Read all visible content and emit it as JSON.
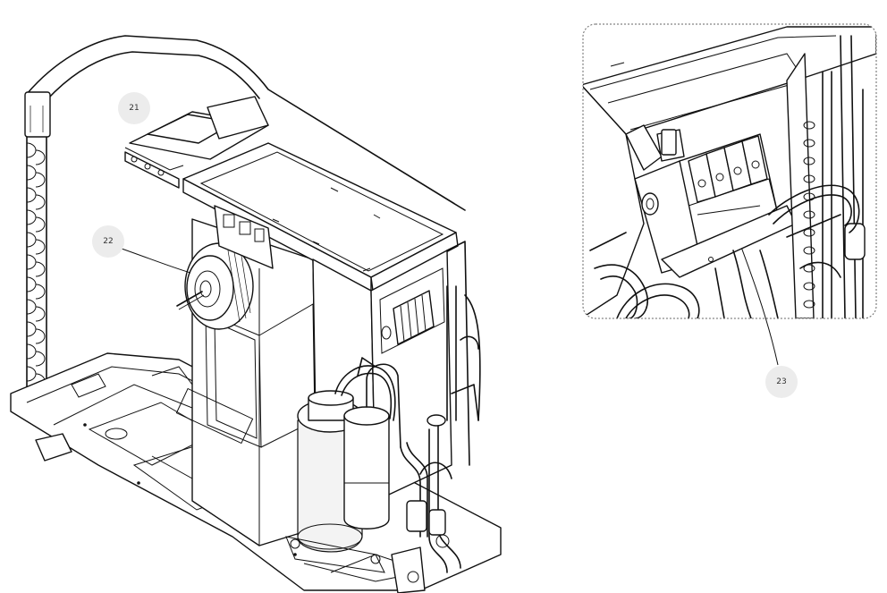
{
  "callouts": {
    "c21": "21",
    "c22": "22",
    "c23": "23"
  },
  "icons": {
    "main": "outdoor-unit-exploded-illustration",
    "detail": "terminal-block-detail-inset"
  }
}
